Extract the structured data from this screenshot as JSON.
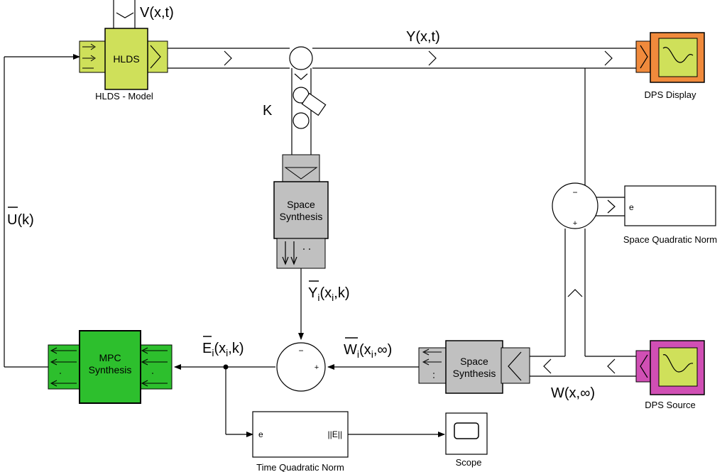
{
  "blocks": {
    "hlds": {
      "text": "HLDS",
      "caption": "HLDS - Model",
      "color": "#cfe05a"
    },
    "space_synthesis_top": {
      "line1": "Space",
      "line2": "Synthesis",
      "color": "#c0c0c0"
    },
    "space_synthesis_bottom": {
      "line1": "Space",
      "line2": "Synthesis",
      "color": "#c0c0c0"
    },
    "mpc": {
      "line1": "MPC",
      "line2": "Synthesis",
      "color": "#2dbf2d"
    },
    "dps_display": {
      "caption": "DPS Display",
      "color": "#f08a3c"
    },
    "dps_source": {
      "caption": "DPS Source",
      "color": "#d04fb4"
    },
    "space_norm": {
      "port": "e",
      "caption": "Space Quadratic Norm"
    },
    "time_norm": {
      "port_in": "e",
      "port_out": "||E||",
      "caption": "Time Quadratic Norm"
    },
    "scope": {
      "caption": "Scope"
    }
  },
  "signals": {
    "v": "V(x,t)",
    "y": "Y(x,t)",
    "k": "K",
    "u": "U(k)",
    "yi": "Y",
    "yi_sub": "i",
    "yi_args_open": "(x",
    "yi_args_sub": "i",
    "yi_args_close": ",k)",
    "ei": "E",
    "ei_sub": "i",
    "ei_args_open": "(x",
    "ei_args_sub": "i",
    "ei_args_close": ",k)",
    "wi": "W",
    "wi_sub": "i",
    "wi_args_open": "(x",
    "wi_args_sub": "i",
    "wi_args_close": ",∞)",
    "w": "W(x,∞)"
  },
  "sum_signs": {
    "minus": "−",
    "plus": "+"
  }
}
